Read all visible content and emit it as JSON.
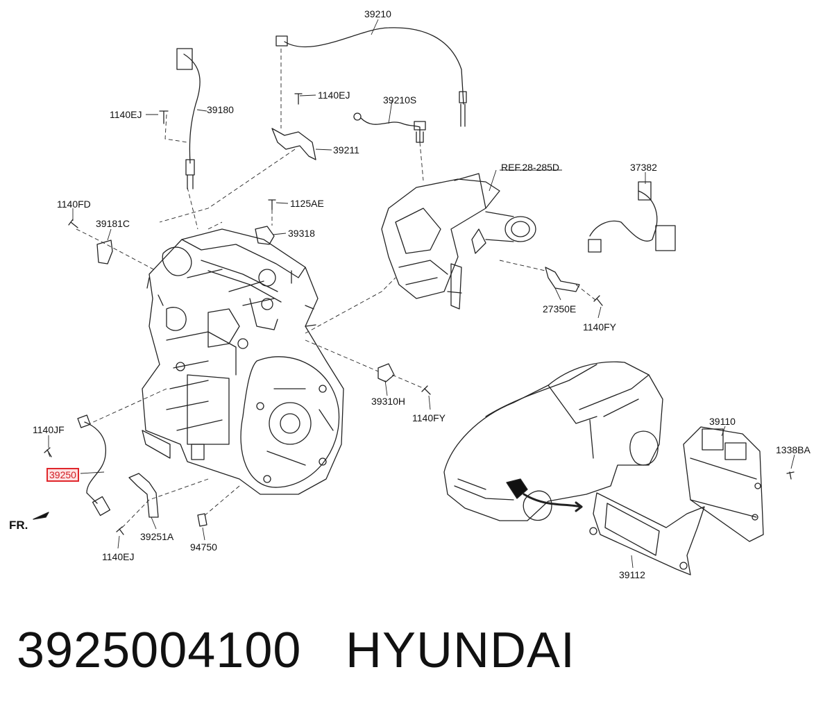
{
  "labels": {
    "l39210": "39210",
    "l1140EJ_a": "1140EJ",
    "l39210S": "39210S",
    "l39180": "39180",
    "l1140EJ_b": "1140EJ",
    "l39211": "39211",
    "l1125AE": "1125AE",
    "l39318": "39318",
    "lREF": "REF.28-285D",
    "l37382": "37382",
    "l1140FD": "1140FD",
    "l39181C": "39181C",
    "l27350E": "27350E",
    "l1140FY_a": "1140FY",
    "l39310H": "39310H",
    "l1140FY_b": "1140FY",
    "l1140JF": "1140JF",
    "l39250": "39250",
    "l39251A": "39251A",
    "l1140EJ_c": "1140EJ",
    "l94750": "94750",
    "l39110": "39110",
    "l1338BA": "1338BA",
    "l39112": "39112",
    "fr": "FR."
  },
  "highlight_part": "39250",
  "highlight_color": "#e0262b",
  "footer": {
    "part_number": "3925004100",
    "brand": "HYUNDAI"
  }
}
